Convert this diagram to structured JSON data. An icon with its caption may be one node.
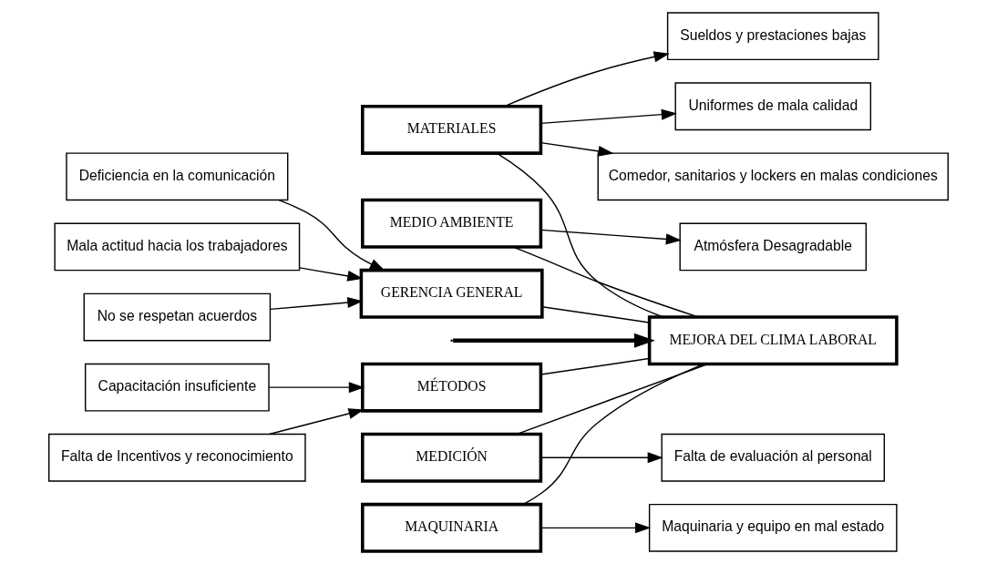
{
  "diagram": {
    "nodes": [
      {
        "text": [
          "MÉTODOS"
        ]
      },
      {
        "text": [
          "MATERIALES"
        ]
      },
      {
        "text": [
          "MEDIO AMBIENTE"
        ]
      },
      {
        "text": [
          "Capacitación insuficiente"
        ]
      },
      {
        "text": [
          "Sueldos y prestaciones bajas"
        ]
      },
      {
        "text": [
          "Uniformes de mala calidad"
        ]
      },
      {
        "text": [
          "Atmósfera Desagradable"
        ]
      },
      {
        "text": [
          "Falta de Incentivos y reconocimiento"
        ]
      },
      {
        "text": [
          "Comedor, sanitarios y lockers en malas condiciones"
        ]
      },
      {
        "text": [
          "MEJORA DEL CLIMA LABORAL"
        ]
      },
      {
        "text": [
          "Mala actitud hacia los trabajadores"
        ]
      },
      {
        "text": [
          "Falta de evaluación al personal"
        ]
      },
      {
        "text": [
          "Maquinaria y equipo en mal estado"
        ]
      },
      {
        "text": [
          "No se respetan acuerdos"
        ]
      },
      {
        "text": [
          "Deficiencia en la comunicación"
        ]
      },
      {
        "text": [
          "GERENCIA GENERAL"
        ]
      },
      {
        "text": [
          "MEDICIÓN"
        ]
      },
      {
        "text": [
          "MAQUINARIA"
        ]
      }
    ],
    "edges": [
      {
        "from": null,
        "to": 9,
        "arrow": "to",
        "style": "thick"
      },
      {
        "from": 0,
        "to": 9,
        "arrow": "none"
      },
      {
        "from": 1,
        "to": 9,
        "arrow": "none"
      },
      {
        "from": 2,
        "to": 9,
        "arrow": "none"
      },
      {
        "from": 15,
        "to": 9,
        "arrow": "none"
      },
      {
        "from": 16,
        "to": 9,
        "arrow": "none"
      },
      {
        "from": 17,
        "to": 9,
        "arrow": "none"
      },
      {
        "from": 3,
        "to": 0,
        "arrow": "to"
      },
      {
        "from": 7,
        "to": 0,
        "arrow": "to"
      },
      {
        "from": 1,
        "to": 4,
        "arrow": "to"
      },
      {
        "from": 1,
        "to": 5,
        "arrow": "to"
      },
      {
        "from": 1,
        "to": 8,
        "arrow": "to"
      },
      {
        "from": 2,
        "to": 6,
        "arrow": "to"
      },
      {
        "from": 10,
        "to": 15,
        "arrow": "to"
      },
      {
        "from": 13,
        "to": 15,
        "arrow": "to"
      },
      {
        "from": 14,
        "to": 15,
        "arrow": "to"
      },
      {
        "from": 16,
        "to": 11,
        "arrow": "to"
      },
      {
        "from": 17,
        "to": 12,
        "arrow": "to"
      }
    ]
  }
}
